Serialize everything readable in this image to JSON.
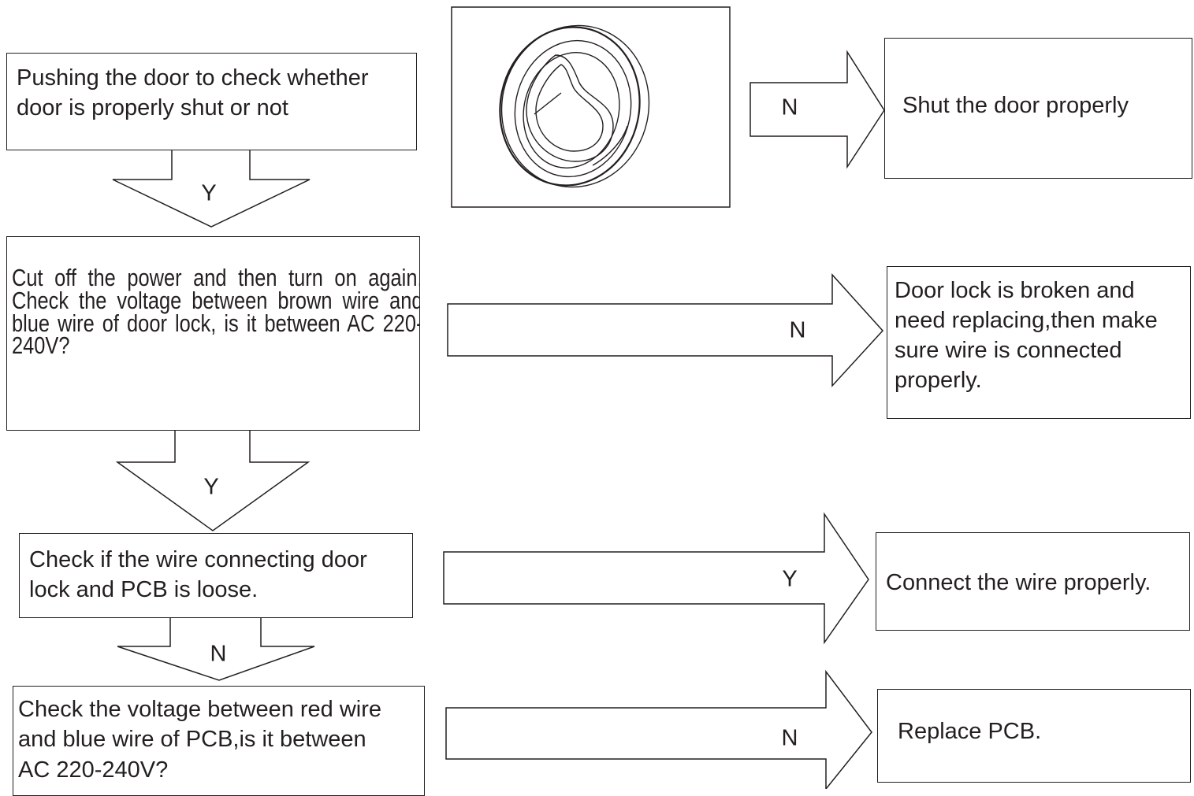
{
  "steps": {
    "door_check": "Pushing the door to check whether\ndoor is properly shut or not",
    "voltage_lock": "Cut off the power and then turn on again. Check the voltage between brown wire and blue wire of door lock, is it between AC 220-240V?",
    "wire_loose": "Check if the wire connecting door\nlock and PCB is loose.",
    "voltage_pcb": "Check the voltage between red wire\nand blue wire of PCB,is it between\nAC 220-240V?"
  },
  "actions": {
    "shut_door": "Shut the door properly",
    "replace_lock": "Door lock is broken and\nneed replacing,then make\nsure wire is connected\nproperly.",
    "connect_wire": "Connect the wire properly.",
    "replace_pcb": "Replace PCB."
  },
  "labels": {
    "a1": "Y",
    "a2": "Y",
    "a3": "N",
    "r1": "N",
    "r2": "N",
    "r3": "Y",
    "r4": "N"
  },
  "illustration": {
    "icon": "door-porthole-icon"
  },
  "colors": {
    "stroke": "#231f20",
    "fill": "#ffffff"
  }
}
